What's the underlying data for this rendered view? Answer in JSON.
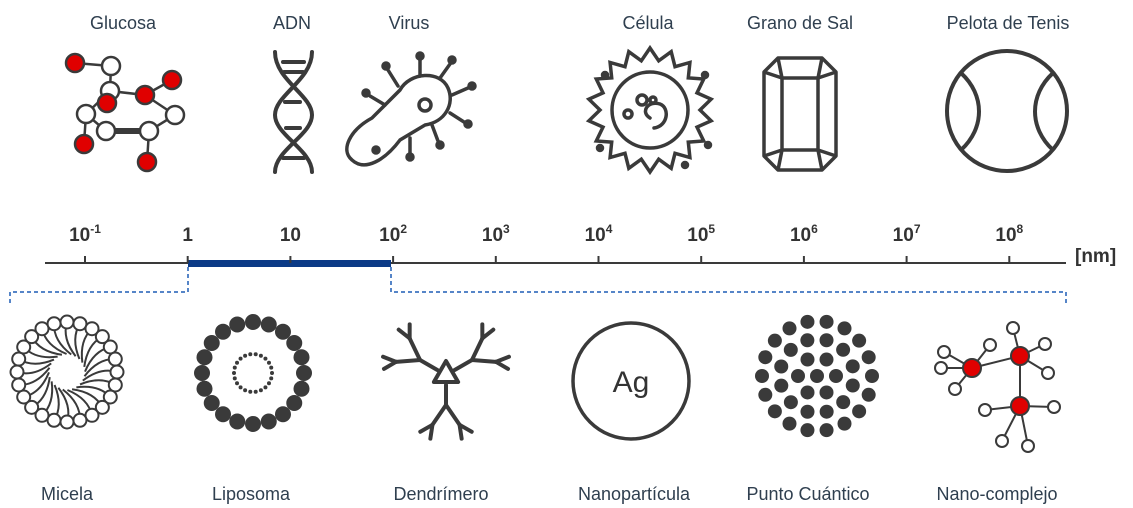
{
  "colors": {
    "ink": "#3a3a3a",
    "red": "#e00000",
    "range": "#0b3a86",
    "dashed": "#1f5db5",
    "text": "#2f3f4f"
  },
  "scale": {
    "unit": "[nm]",
    "ticks": [
      {
        "base": "10",
        "exp": "-1"
      },
      {
        "base": "1",
        "exp": ""
      },
      {
        "base": "10",
        "exp": ""
      },
      {
        "base": "10",
        "exp": "2"
      },
      {
        "base": "10",
        "exp": "3"
      },
      {
        "base": "10",
        "exp": "4"
      },
      {
        "base": "10",
        "exp": "5"
      },
      {
        "base": "10",
        "exp": "6"
      },
      {
        "base": "10",
        "exp": "7"
      },
      {
        "base": "10",
        "exp": "8"
      }
    ],
    "highlight_range_nm": [
      1,
      100
    ]
  },
  "top_items": [
    {
      "label": "Glucosa",
      "icon": "glucose-molecule-icon"
    },
    {
      "label": "ADN",
      "icon": "dna-icon"
    },
    {
      "label": "Virus",
      "icon": "virus-icon"
    },
    {
      "label": "Célula",
      "icon": "cell-icon"
    },
    {
      "label": "Grano de Sal",
      "icon": "salt-grain-icon"
    },
    {
      "label": "Pelota de Tenis",
      "icon": "tennis-ball-icon"
    }
  ],
  "bottom_items": [
    {
      "label": "Micela",
      "icon": "micelle-icon"
    },
    {
      "label": "Liposoma",
      "icon": "liposome-icon"
    },
    {
      "label": "Dendrímero",
      "icon": "dendrimer-icon"
    },
    {
      "label": "Nanopartícula",
      "icon": "nanoparticle-icon",
      "symbol": "Ag"
    },
    {
      "label": "Punto Cuántico",
      "icon": "quantum-dot-icon"
    },
    {
      "label": "Nano-complejo",
      "icon": "nano-complex-icon"
    }
  ]
}
